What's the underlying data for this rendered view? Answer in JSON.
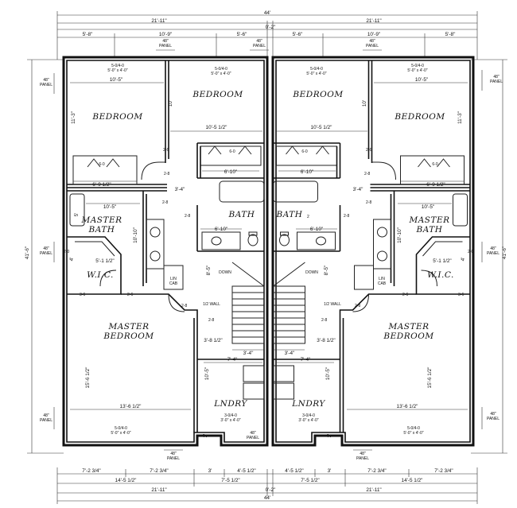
{
  "overall": {
    "width_top": "44'",
    "width_bottom": "44'",
    "height_left": "41'-6\"",
    "height_right": "41'-6\""
  },
  "top_dims": {
    "half_left": "21'-11\"",
    "center": "0'-2\"",
    "half_right": "21'-11\"",
    "seg": [
      "5'-8\"",
      "10'-9\"",
      "5'-6\"",
      "5'-6\"",
      "10'-9\"",
      "5'-8\""
    ]
  },
  "bottom_dims": {
    "row1": [
      "7'-2 3/4\"",
      "7'-2 3/4\"",
      "3'",
      "4'-5 1/2\"",
      "4'-5 1/2\"",
      "3'",
      "7'-2 3/4\"",
      "7'-2 3/4\""
    ],
    "row2": [
      "14'-5 1/2\"",
      "7'-5 1/2\"",
      "7'-5 1/2\"",
      "14'-5 1/2\""
    ],
    "row3": [
      "21'-11\"",
      "0'-2\"",
      "21'-11\""
    ]
  },
  "panel": {
    "line1": "48\"",
    "line2": "PANEL"
  },
  "rooms": {
    "bedroom": "BEDROOM",
    "master_bath": [
      "MASTER",
      "BATH"
    ],
    "wic": "W.I.C.",
    "master_bedroom": [
      "MASTER",
      "BEDROOM"
    ],
    "bath_left": "BATH",
    "bath_right": "BATH",
    "bath_right_sub": "2",
    "lndry": "LNDRY",
    "lin_cab": [
      "LIN",
      "CAB"
    ],
    "down": "DOWN",
    "half_wall": "1/2 WALL"
  },
  "windows": {
    "w5040": [
      "5-0/4-0",
      "5'-0\" x 4'-0\""
    ],
    "w3040": [
      "3-0/4-0",
      "3'-0\" x 4'-0\""
    ]
  },
  "doors": {
    "d20": "2-0",
    "d26": "2-6",
    "d28": "2-8",
    "d36": "3-6",
    "d60": "6-0"
  },
  "interior_dims": {
    "d10_5": "10'-5\"",
    "d11_3": "11'-3\"",
    "d10_5h": "10'-5 1/2\"",
    "d10": "10'",
    "d6_10": "6'-10\"",
    "d6_9h": "6'-9 1/2\"",
    "d3_4": "3'-4\"",
    "d5": "5'",
    "d10_10": "10'-10\"",
    "d5_1h": "5'-1 1/2\"",
    "d4": "4'",
    "d8_5": "8'-5\"",
    "d3_4b": "3'-4\"",
    "d3_8h": "3'-8 1/2\"",
    "d15_6h": "15'-6 1/2\"",
    "d13_6h": "13'-6 1/2\"",
    "d10_5b": "10'-5\"",
    "d7_4": "7'-4\"",
    "d6_10b": "6'-10\"",
    "d2": "2'"
  }
}
